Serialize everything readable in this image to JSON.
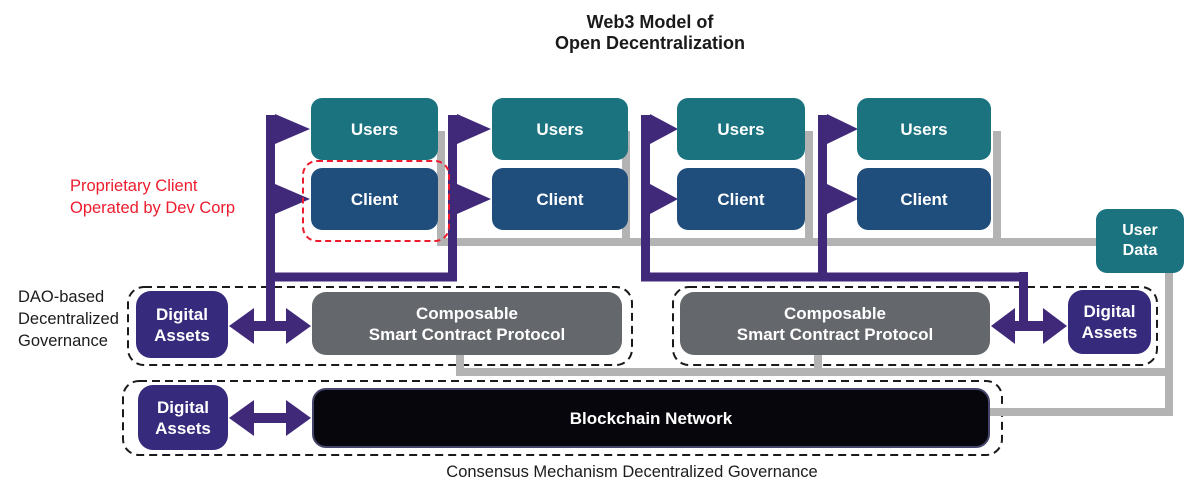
{
  "title": {
    "line1": "Web3 Model of",
    "line2": "Open Decentralization"
  },
  "pairs": [
    {
      "users": "Users",
      "client": "Client"
    },
    {
      "users": "Users",
      "client": "Client"
    },
    {
      "users": "Users",
      "client": "Client"
    },
    {
      "users": "Users",
      "client": "Client"
    }
  ],
  "user_data": {
    "line1": "User",
    "line2": "Data"
  },
  "dao_row": {
    "left": {
      "digital_assets": {
        "line1": "Digital",
        "line2": "Assets"
      },
      "protocol": {
        "line1": "Composable",
        "line2": "Smart Contract Protocol"
      }
    },
    "right": {
      "protocol": {
        "line1": "Composable",
        "line2": "Smart Contract Protocol"
      },
      "digital_assets": {
        "line1": "Digital",
        "line2": "Assets"
      }
    }
  },
  "blockchain_row": {
    "digital_assets": {
      "line1": "Digital",
      "line2": "Assets"
    },
    "network": "Blockchain Network"
  },
  "annotations": {
    "proprietary_client": {
      "line1": "Proprietary Client",
      "line2": "Operated by Dev Corp"
    },
    "dao_governance": {
      "line1": "DAO-based",
      "line2": "Decentralized",
      "line3": "Governance"
    },
    "consensus_caption": "Consensus Mechanism Decentralized Governance"
  },
  "colors": {
    "teal_box": "#1a737e",
    "navy_box": "#1f4e7c",
    "purple_box": "#362a7c",
    "purple_connector": "#41297a",
    "gray_box": "#64676c",
    "gray_connector": "#b3b3b3",
    "black_box": "#06060c",
    "red_annotation": "#ec1c2e",
    "dashed_container": "#1a1a1a"
  }
}
